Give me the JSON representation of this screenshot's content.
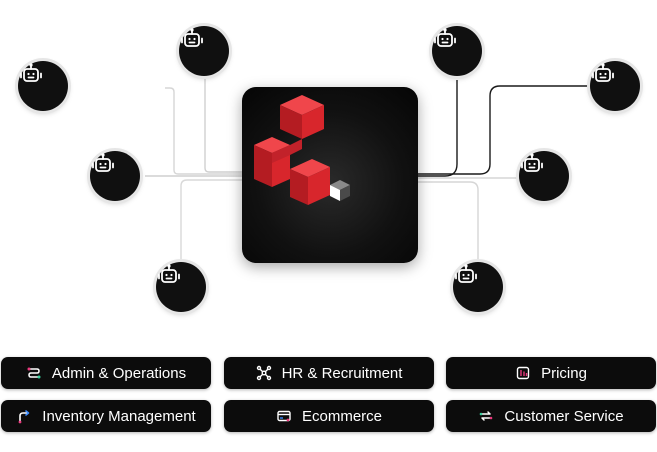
{
  "hub": {
    "logo_icon": "red-isometric-blocks-logo",
    "colors": {
      "red": "#d8262c",
      "dark": "#111111"
    }
  },
  "agents": [
    {
      "icon": "robot-icon"
    },
    {
      "icon": "robot-icon"
    },
    {
      "icon": "robot-icon"
    },
    {
      "icon": "robot-icon"
    },
    {
      "icon": "robot-icon"
    },
    {
      "icon": "robot-icon"
    },
    {
      "icon": "robot-icon"
    },
    {
      "icon": "robot-icon"
    }
  ],
  "categories": [
    {
      "label": "Admin & Operations",
      "icon": "workflow-icon"
    },
    {
      "label": "HR & Recruitment",
      "icon": "network-icon"
    },
    {
      "label": "Pricing",
      "icon": "pricing-icon"
    },
    {
      "label": "Inventory Management",
      "icon": "route-arrow-icon"
    },
    {
      "label": "Ecommerce",
      "icon": "card-icon"
    },
    {
      "label": "Customer Service",
      "icon": "exchange-icon"
    }
  ]
}
